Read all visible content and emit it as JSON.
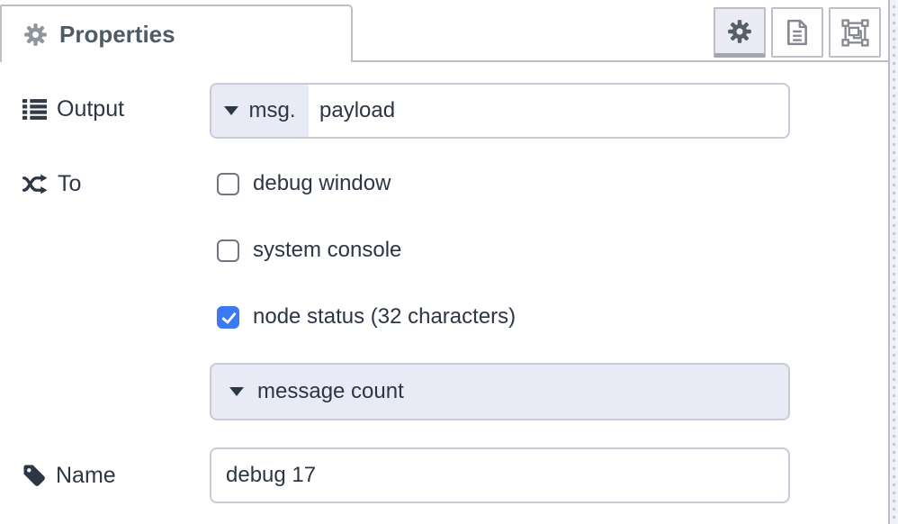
{
  "panel": {
    "tab": {
      "label": "Properties",
      "icon": "gear-icon"
    },
    "toolbar": {
      "buttons": [
        {
          "name": "properties",
          "icon": "gear-icon",
          "active": true
        },
        {
          "name": "description",
          "icon": "document-icon",
          "active": false
        },
        {
          "name": "appearance",
          "icon": "appearance-icon",
          "active": false
        }
      ]
    }
  },
  "form": {
    "output": {
      "label": "Output",
      "icon": "list-icon",
      "typed_input": {
        "type_label": "msg.",
        "value": "payload"
      }
    },
    "to": {
      "label": "To",
      "icon": "shuffle-icon",
      "targets": [
        {
          "label": "debug window",
          "checked": false
        },
        {
          "label": "system console",
          "checked": false
        },
        {
          "label": "node status (32 characters)",
          "checked": true
        }
      ],
      "status_source": {
        "value": "message count"
      }
    },
    "name": {
      "label": "Name",
      "icon": "tag-icon",
      "value": "debug 17"
    }
  },
  "colors": {
    "accent_lavender": "#e8eaf6",
    "checkbox_checked": "#3b7af2",
    "border_gray": "#bdbec6",
    "input_border": "#c9cbd6",
    "text_dark": "#2d3644",
    "tab_text": "#4e5a66"
  }
}
